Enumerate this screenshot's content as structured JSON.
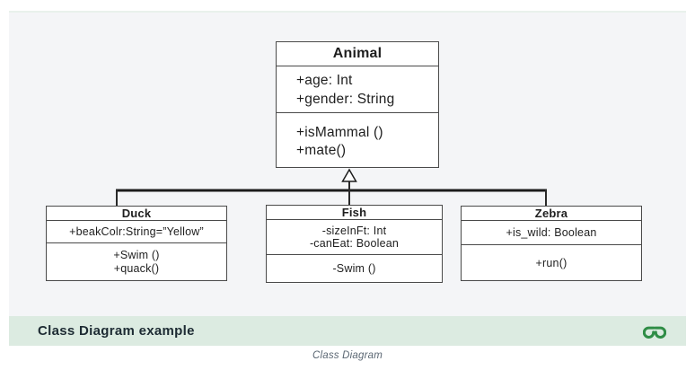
{
  "diagram": {
    "relationship": {
      "type": "inheritance",
      "parent": "Animal",
      "children": [
        "Duck",
        "Fish",
        "Zebra"
      ]
    },
    "classes": [
      {
        "name": "Animal",
        "attributes": [
          "+age: Int",
          "+gender: String"
        ],
        "methods": [
          "+isMammal ()",
          "+mate()"
        ]
      },
      {
        "name": "Duck",
        "attributes": [
          "+beakColr:String=”Yellow”"
        ],
        "methods": [
          "+Swim ()",
          "+quack()"
        ]
      },
      {
        "name": "Fish",
        "attributes": [
          "-sizeInFt: Int",
          "-canEat: Boolean"
        ],
        "methods": [
          "-Swim ()"
        ]
      },
      {
        "name": "Zebra",
        "attributes": [
          "+is_wild: Boolean"
        ],
        "methods": [
          "+run()"
        ]
      }
    ]
  },
  "footer": {
    "title": "Class Diagram example",
    "logo": "geeksforgeeks-logo"
  },
  "caption": "Class Diagram",
  "colors": {
    "panel_bg": "#f4f5f7",
    "footer_bg": "#dcebe1",
    "logo_green": "#2f8d46",
    "connector_line": "#1c1c1c",
    "box_border": "#4a4a4a"
  }
}
